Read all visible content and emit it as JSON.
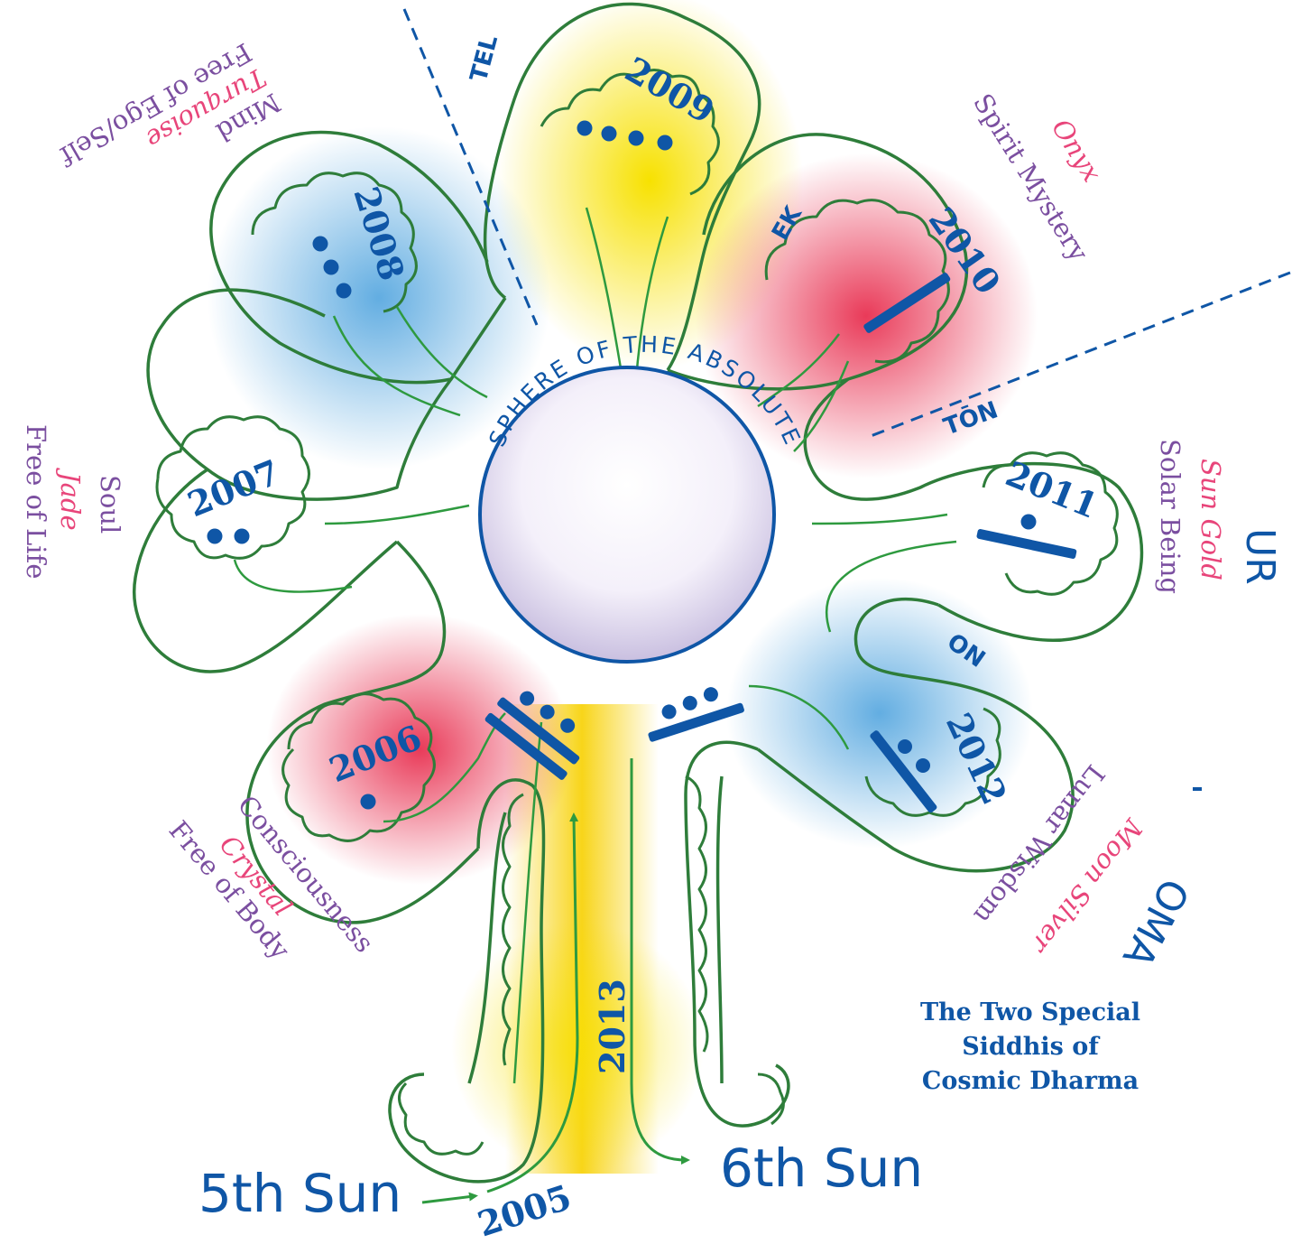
{
  "sphere_label": "SPHERE OF THE ABSOLUTE",
  "title": [
    "The Two Special",
    "Siddhis of",
    "Cosmic Dharma"
  ],
  "suns": {
    "fifth": "5th Sun",
    "sixth": "6th Sun"
  },
  "years": {
    "y2005": "2005",
    "y2006": "2006",
    "y2007": "2007",
    "y2008": "2008",
    "y2009": "2009",
    "y2010": "2010",
    "y2011": "2011",
    "y2012": "2012",
    "y2013": "2013"
  },
  "mantras": {
    "tel": "TEL",
    "ek": "EK",
    "ton": "TŌN",
    "on": "ON",
    "ur": "UR",
    "oma": "OMA"
  },
  "petals": {
    "mind": {
      "quality": "Mind",
      "stone": "Turquoise",
      "freedom": "Free of Ego/Self"
    },
    "spirit": {
      "stone": "Onyx",
      "quality": "Spirit Mystery"
    },
    "soul": {
      "quality": "Soul",
      "stone": "Jade",
      "freedom": "Free of Life"
    },
    "solar": {
      "stone": "Sun Gold",
      "quality": "Solar Being"
    },
    "consciousness": {
      "quality": "Consciousness",
      "stone": "Crystal",
      "freedom": "Free of Body"
    },
    "lunar": {
      "quality": "Lunar Wisdom",
      "stone": "Moon Silver"
    }
  },
  "colors": {
    "outline": "#2e7d3a",
    "text_blue": "#0f56a6",
    "quality_purple": "#7b4fa0",
    "stone_pink": "#e8457a",
    "yellow": "#f7e100",
    "blue_glow": "#5aa9e0",
    "red_glow": "#e83050"
  }
}
